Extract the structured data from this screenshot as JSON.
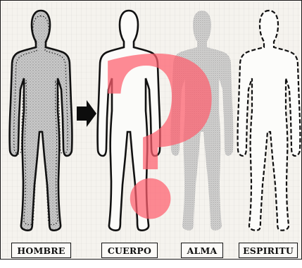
{
  "figures": [
    {
      "label": "HOMBRE",
      "style": "shaded-with-dotted-outline"
    },
    {
      "label": "CUERPO",
      "style": "solid-outline"
    },
    {
      "label": "ALMA",
      "style": "stippled-ghost"
    },
    {
      "label": "ESPIRITU",
      "style": "dashed-outline"
    }
  ],
  "overlay_symbol": "?",
  "arrow_icon": "arrow-right-icon",
  "colors": {
    "outline": "#111111",
    "stipple": "#8c8c8c",
    "question_mark": "#ff5f6e",
    "paper": "#f5f3ee"
  }
}
